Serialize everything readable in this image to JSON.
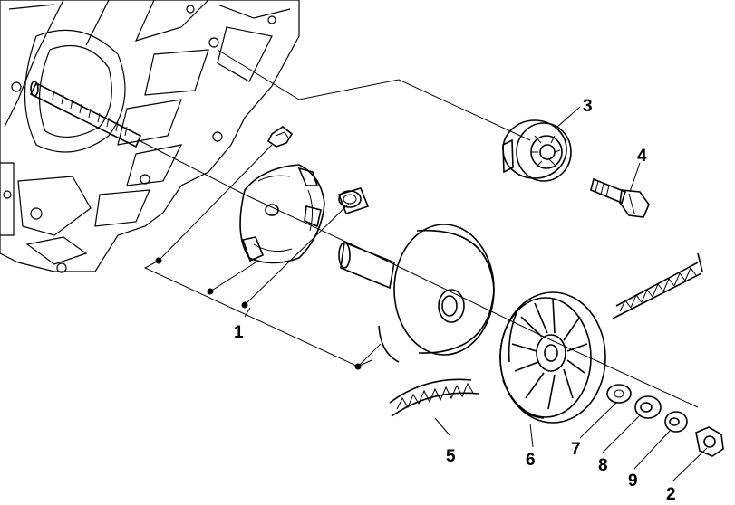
{
  "callouts": {
    "part1": "1",
    "part2": "2",
    "part3": "3",
    "part4": "4",
    "part5": "5",
    "part6": "6",
    "part7": "7",
    "part8": "8",
    "part9": "9"
  }
}
